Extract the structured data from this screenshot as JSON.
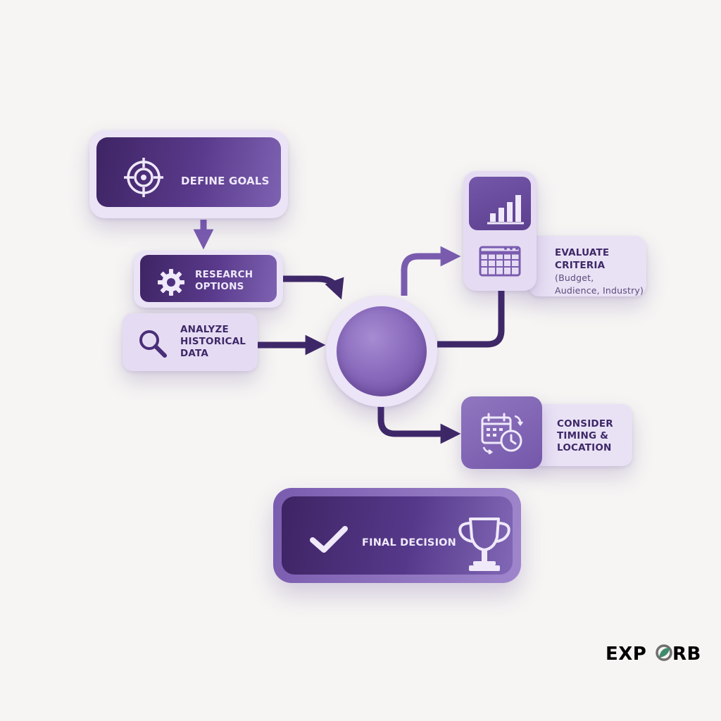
{
  "colors": {
    "background": "#f6f5f3",
    "node_dark": "#4a2e78",
    "node_light": "#ebe4f6",
    "accent": "#7a5caf",
    "connector": "#3e2868",
    "text_light": "#efe9fa",
    "text_dark": "#3e2868",
    "brand": "#6f6f6f"
  },
  "nodes": {
    "define_goals": {
      "label": "DEFINE GOALS",
      "icon": "target-icon"
    },
    "research_options": {
      "label": "RESEARCH\nOPTIONS",
      "icon": "gear-icon"
    },
    "analyze_data": {
      "label": "ANALYZE\nHISTORICAL\nDATA",
      "icon": "magnifier-icon"
    },
    "central_hub": {
      "icon": "hub-circle"
    },
    "evaluate_criteria": {
      "label_main": "EVALUATE\nCRITERIA",
      "label_sub": " (Budget,\nAudience, Industry)",
      "icons": [
        "bar-chart-icon",
        "grid-calendar-icon"
      ]
    },
    "consider_timing": {
      "label": "CONSIDER\nTIMING &\nLOCATION",
      "icon": "calendar-clock-icon"
    },
    "final_decision": {
      "label": "FINAL DECISION",
      "icons": [
        "checkmark-icon",
        "trophy-icon"
      ]
    }
  },
  "connectors": [
    {
      "from": "define_goals",
      "to": "research_options"
    },
    {
      "from": "research_options",
      "to": "central_hub"
    },
    {
      "from": "analyze_data",
      "to": "central_hub"
    },
    {
      "from": "central_hub",
      "to": "evaluate_criteria"
    },
    {
      "from": "central_hub",
      "to": "consider_timing"
    }
  ],
  "brand": {
    "text_before": "EXP",
    "text_after": "RB",
    "mark": "orb-leaf-icon"
  }
}
